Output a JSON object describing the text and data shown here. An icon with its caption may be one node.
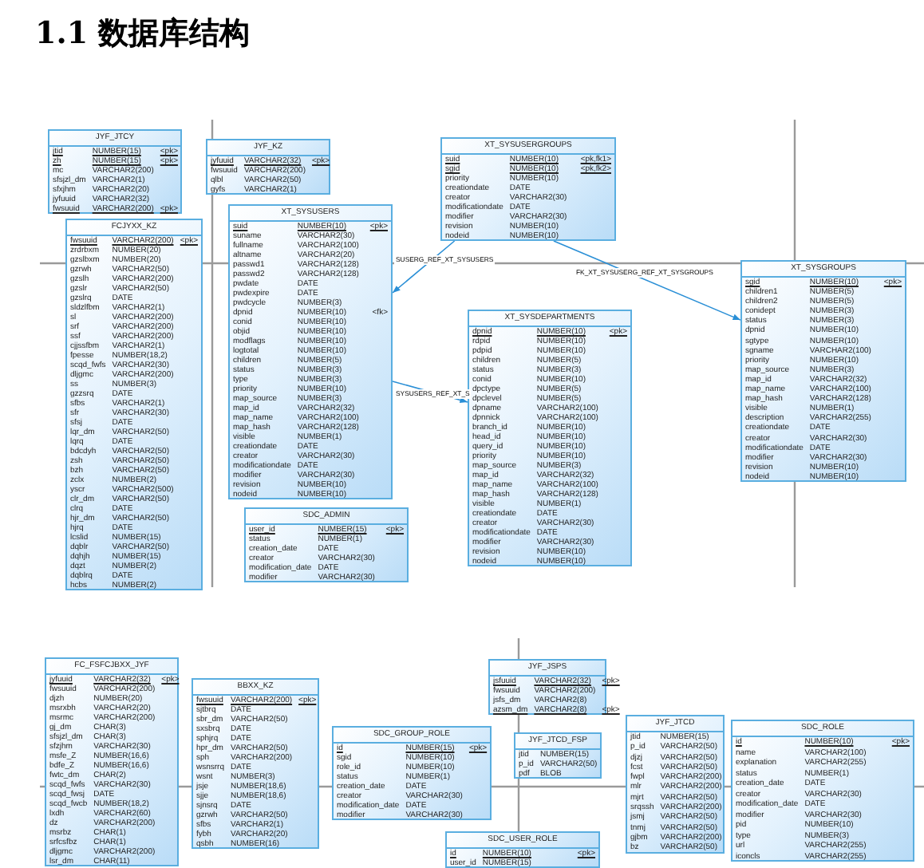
{
  "diagram": {
    "title": "1.1 数据库结构",
    "nodes": [
      {
        "text": [
          "JYF_JTCY",
          "jtid",
          "NUMBER(15)",
          "<pk>",
          "zh",
          "NUMBER(15)",
          "<pk>",
          "mc",
          "VARCHAR2(200)",
          "sfsjzl_dm",
          "VARCHAR2(1)",
          "sfxjhm",
          "VARCHAR2(20)",
          "jyfuuid",
          "VARCHAR2(32)",
          "fwsuuid",
          "VARCHAR2(200)",
          "<pk>"
        ]
      },
      {
        "text": [
          "JYF_KZ",
          "jyfuuid",
          "VARCHAR2(32)",
          "<pk>",
          "fwsuuid",
          "VARCHAR2(200)",
          "qlbl",
          "VARCHAR2(50)",
          "gyfs",
          "VARCHAR2(1)"
        ]
      },
      {
        "text": [
          "XT_SYSUSERGROUPS",
          "suid",
          "NUMBER(10)",
          "<pk,fk1>",
          "sgid",
          "NUMBER(10)",
          "<pk,fk2>",
          "priority",
          "NUMBER(10)",
          "creationdate",
          "DATE",
          "creator",
          "VARCHAR2(30)",
          "modificationdate",
          "DATE",
          "modifier",
          "VARCHAR2(30)",
          "revision",
          "NUMBER(10)",
          "nodeid",
          "NUMBER(10)"
        ]
      },
      {
        "text": [
          "FCJYXX_KZ",
          "fwsuuid",
          "VARCHAR2(200)",
          "<pk>",
          "zrdrbxm",
          "NUMBER(20)",
          "gzslbxm",
          "NUMBER(20)",
          "gzrwh",
          "VARCHAR2(50)",
          "gzslh",
          "VARCHAR2(200)",
          "gzslr",
          "VARCHAR2(50)",
          "gzslrq",
          "DATE",
          "sldzlfbm",
          "VARCHAR2(1)",
          "sl",
          "VARCHAR2(200)",
          "srf",
          "VARCHAR2(200)",
          "ssf",
          "VARCHAR2(200)",
          "cjjssfbm",
          "VARCHAR2(1)",
          "fpesse",
          "NUMBER(18,2)",
          "scqd_fwfs",
          "VARCHAR2(30)",
          "dljgmc",
          "VARCHAR2(200)",
          "ss",
          "NUMBER(3)",
          "gzzsrq",
          "DATE",
          "sfbs",
          "VARCHAR2(1)",
          "sfr",
          "VARCHAR2(30)",
          "sfsj",
          "DATE",
          "lqr_dm",
          "VARCHAR2(50)",
          "lqrq",
          "DATE",
          "bdcdyh",
          "VARCHAR2(50)",
          "zsh",
          "VARCHAR2(50)",
          "bzh",
          "VARCHAR2(50)",
          "zclx",
          "NUMBER(2)",
          "yscr",
          "VARCHAR2(500)",
          "clr_dm",
          "VARCHAR2(50)",
          "clrq",
          "DATE",
          "hjr_dm",
          "VARCHAR2(50)",
          "hjrq",
          "DATE",
          "lcslid",
          "NUMBER(15)",
          "dqblr",
          "VARCHAR2(50)",
          "dqhjh",
          "NUMBER(15)",
          "dqzt",
          "NUMBER(2)",
          "dqblrq",
          "DATE",
          "hcbs",
          "NUMBER(2)"
        ]
      },
      {
        "text": [
          "XT_SYSUSERS",
          "suid",
          "NUMBER(10)",
          "<pk>",
          "suname",
          "VARCHAR2(30)",
          "fullname",
          "VARCHAR2(100)",
          "altname",
          "VARCHAR2(20)",
          "passwd1",
          "VARCHAR2(128)",
          "passwd2",
          "VARCHAR2(128)",
          "pwdate",
          "DATE",
          "pwdexpire",
          "DATE",
          "pwdcycle",
          "NUMBER(3)",
          "dpnid",
          "NUMBER(10)",
          "<fk>",
          "conid",
          "NUMBER(10)",
          "objid",
          "NUMBER(10)",
          "modflags",
          "NUMBER(10)",
          "logtotal",
          "NUMBER(10)",
          "children",
          "NUMBER(5)",
          "status",
          "NUMBER(3)",
          "type",
          "NUMBER(3)",
          "priority",
          "NUMBER(10)",
          "map_source",
          "NUMBER(3)",
          "map_id",
          "VARCHAR2(32)",
          "map_name",
          "VARCHAR2(100)",
          "map_hash",
          "VARCHAR2(128)",
          "visible",
          "NUMBER(1)",
          "creationdate",
          "DATE",
          "creator",
          "VARCHAR2(30)",
          "modificationdate",
          "DATE",
          "modifier",
          "VARCHAR2(30)",
          "revision",
          "NUMBER(10)",
          "nodeid",
          "NUMBER(10)"
        ]
      },
      {
        "text": [
          "XT_SYSDEPARTMENTS",
          "dpnid",
          "NUMBER(10)",
          "<pk>",
          "rdpid",
          "NUMBER(10)",
          "pdpid",
          "NUMBER(10)",
          "children",
          "NUMBER(5)",
          "status",
          "NUMBER(3)",
          "conid",
          "NUMBER(10)",
          "dpctype",
          "NUMBER(5)",
          "dpclevel",
          "NUMBER(5)",
          "dpname",
          "VARCHAR2(100)",
          "dpnnick",
          "VARCHAR2(100)",
          "branch_id",
          "NUMBER(10)",
          "head_id",
          "NUMBER(10)",
          "query_id",
          "NUMBER(10)",
          "priority",
          "NUMBER(10)",
          "map_source",
          "NUMBER(3)",
          "map_id",
          "VARCHAR2(32)",
          "map_name",
          "VARCHAR2(100)",
          "map_hash",
          "VARCHAR2(128)",
          "visible",
          "NUMBER(1)",
          "creationdate",
          "DATE",
          "creator",
          "VARCHAR2(30)",
          "modificationdate",
          "DATE",
          "modifier",
          "VARCHAR2(30)",
          "revision",
          "NUMBER(10)",
          "nodeid",
          "NUMBER(10)"
        ]
      },
      {
        "text": [
          "XT_SYSGROUPS",
          "sgid",
          "NUMBER(10)",
          "<pk>",
          "children1",
          "NUMBER(5)",
          "children2",
          "NUMBER(5)",
          "conidept",
          "NUMBER(3)",
          "status",
          "NUMBER(3)",
          "dpnid",
          "NUMBER(10)",
          "sgtype",
          "NUMBER(10)",
          "sgname",
          "VARCHAR2(100)",
          "priority",
          "NUMBER(10)",
          "map_source",
          "NUMBER(3)",
          "map_id",
          "VARCHAR2(32)",
          "map_name",
          "VARCHAR2(100)",
          "map_hash",
          "VARCHAR2(128)",
          "visible",
          "NUMBER(1)",
          "description",
          "VARCHAR2(255)",
          "creationdate",
          "DATE",
          "creator",
          "VARCHAR2(30)",
          "modificationdate",
          "DATE",
          "modifier",
          "VARCHAR2(30)",
          "revision",
          "NUMBER(10)",
          "nodeid",
          "NUMBER(10)"
        ]
      },
      {
        "text": [
          "SDC_ADMIN",
          "user_id",
          "NUMBER(15)",
          "<pk>",
          "status",
          "NUMBER(1)",
          "creation_date",
          "DATE",
          "creator",
          "VARCHAR2(30)",
          "modification_date",
          "DATE",
          "modifier",
          "VARCHAR2(30)"
        ]
      },
      {
        "text": [
          "FC_FSFCJBXX_JYF",
          "jyfuuid",
          "VARCHAR2(32)",
          "<pk>",
          "fwsuuid",
          "VARCHAR2(200)",
          "djzh",
          "NUMBER(20)",
          "msrxbh",
          "VARCHAR2(20)",
          "msrmc",
          "VARCHAR2(200)",
          "gj_dm",
          "CHAR(3)",
          "sfsjzl_dm",
          "CHAR(3)",
          "sfzjhm",
          "VARCHAR2(30)",
          "msfe_Z",
          "NUMBER(16,6)",
          "bdfe_Z",
          "NUMBER(16,6)",
          "fwtc_dm",
          "CHAR(2)",
          "scqd_fwfs",
          "VARCHAR2(30)",
          "scqd_fwsj",
          "DATE",
          "scqd_fwcb",
          "NUMBER(18,2)",
          "lxdh",
          "VARCHAR2(60)",
          "dz",
          "VARCHAR2(200)",
          "msrbz",
          "CHAR(1)",
          "srfcsfbz",
          "CHAR(1)",
          "dljgmc",
          "VARCHAR2(200)",
          "lsr_dm",
          "CHAR(11)"
        ]
      },
      {
        "text": [
          "BBXX_KZ",
          "fwsuuid",
          "VARCHAR2(200)",
          "<pk>",
          "sjtbrq",
          "DATE",
          "sbr_dm",
          "VARCHAR2(50)",
          "sxsbrq",
          "DATE",
          "sphjrq",
          "DATE",
          "hpr_dm",
          "VARCHAR2(50)",
          "sph",
          "VARCHAR2(200)",
          "wsnsrrq",
          "DATE",
          "wsnt",
          "NUMBER(3)",
          "jsje",
          "NUMBER(18,6)",
          "sjje",
          "NUMBER(18,6)",
          "sjnsrq",
          "DATE",
          "gzrwh",
          "VARCHAR2(50)",
          "sfbs",
          "VARCHAR2(1)",
          "fybh",
          "VARCHAR2(20)",
          "qsbh",
          "NUMBER(16)"
        ]
      },
      {
        "text": [
          "JYF_JSPS",
          "jsfuuid",
          "VARCHAR2(32)",
          "<pk>",
          "fwsuuid",
          "VARCHAR2(200)",
          "jsfs_dm",
          "VARCHAR2(8)",
          "azsm_dm",
          "VARCHAR2(8)",
          "<pk>"
        ]
      },
      {
        "text": [
          "SDC_GROUP_ROLE",
          "id",
          "NUMBER(15)",
          "<pk>",
          "sgid",
          "NUMBER(10)",
          "role_id",
          "NUMBER(10)",
          "status",
          "NUMBER(1)",
          "creation_date",
          "DATE",
          "creator",
          "VARCHAR2(30)",
          "modification_date",
          "DATE",
          "modifier",
          "VARCHAR2(30)"
        ]
      },
      {
        "text": [
          "JYF_JTCD_FSP",
          "jtid",
          "NUMBER(15)",
          "p_id",
          "VARCHAR2(50)",
          "pdf",
          "BLOB"
        ]
      },
      {
        "text": [
          "JYF_JTCD",
          "jtid",
          "NUMBER(15)",
          "p_id",
          "VARCHAR2(50)",
          "djzj",
          "VARCHAR2(50)",
          "fcst",
          "VARCHAR2(50)",
          "fwpl",
          "VARCHAR2(200)",
          "mlr",
          "VARCHAR2(200)",
          "mjrt",
          "VARCHAR2(50)",
          "srqssh",
          "VARCHAR2(200)",
          "jsmj",
          "VARCHAR2(50)",
          "tnmj",
          "VARCHAR2(50)",
          "gjbm",
          "VARCHAR2(200)",
          "bz",
          "VARCHAR2(50)"
        ]
      },
      {
        "text": [
          "SDC_ROLE",
          "id",
          "NUMBER(10)",
          "<pk>",
          "name",
          "VARCHAR2(100)",
          "explanation",
          "VARCHAR2(255)",
          "status",
          "NUMBER(1)",
          "creation_date",
          "DATE",
          "creator",
          "VARCHAR2(30)",
          "modification_date",
          "DATE",
          "modifier",
          "VARCHAR2(30)",
          "pid",
          "NUMBER(10)",
          "type",
          "NUMBER(3)",
          "url",
          "VARCHAR2(255)",
          "iconcls",
          "VARCHAR2(255)"
        ]
      },
      {
        "text": [
          "SDC_USER_ROLE",
          "id",
          "NUMBER(10)",
          "<pk>",
          "user_id",
          "NUMBER(15)"
        ]
      }
    ],
    "edges": [
      {
        "from": 2,
        "to": 4,
        "arrow": "to",
        "label": "SUSERG_REF_XT_SYSUSERS"
      },
      {
        "from": 2,
        "to": 6,
        "arrow": "to",
        "label": "FK_XT_SYSUSERG_REF_XT_SYSGROUPS"
      },
      {
        "from": 4,
        "to": 5,
        "arrow": "to",
        "label": "SYSUSERS_REF_XT_S"
      }
    ]
  }
}
